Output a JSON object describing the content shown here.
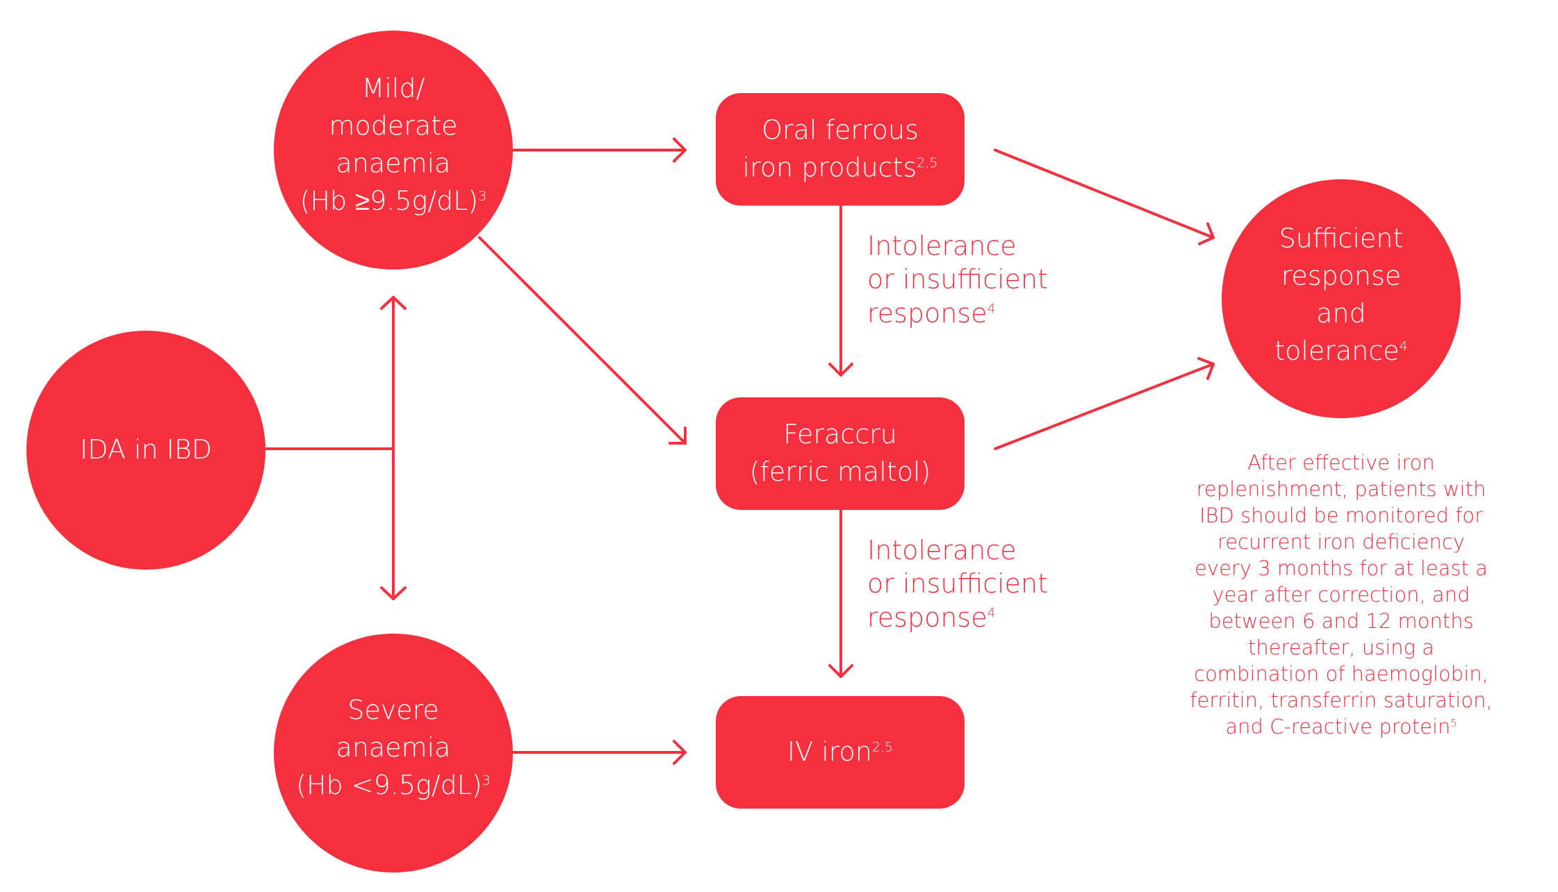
{
  "colors": {
    "primary": "#f42f3e",
    "text_on_primary": "#ffffff"
  },
  "nodes": {
    "ida": {
      "text": "IDA in IBD"
    },
    "mild": {
      "line1": "Mild/",
      "line2": "moderate",
      "line3": "anaemia",
      "line4": "(Hb ≥9.5g/dL)",
      "ref": "3"
    },
    "severe": {
      "line1": "Severe",
      "line2": "anaemia",
      "line3": "(Hb <9.5g/dL)",
      "ref": "3"
    },
    "oral": {
      "line1": "Oral ferrous",
      "line2": "iron products",
      "ref": "2,5"
    },
    "feraccru": {
      "line1": "Feraccru",
      "line2": "(ferric maltol)"
    },
    "iv": {
      "line1": "IV iron",
      "ref": "2,5"
    },
    "sufficient": {
      "line1": "Sufficient",
      "line2": "response",
      "line3": "and",
      "line4": "tolerance",
      "ref": "4"
    }
  },
  "edge_labels": {
    "oral_to_feraccru": {
      "line1": "Intolerance",
      "line2": "or insufficient",
      "line3": "response",
      "ref": "4"
    },
    "feraccru_to_iv": {
      "line1": "Intolerance",
      "line2": "or insufficient",
      "line3": "response",
      "ref": "4"
    }
  },
  "side_note": {
    "lines": [
      "After effective iron",
      "replenishment, patients with",
      "IBD should be monitored for",
      "recurrent iron deficiency",
      "every 3 months for at least a",
      "year after correction, and",
      "between 6 and 12 months",
      "thereafter, using a",
      "combination of haemoglobin,",
      "ferritin, transferrin saturation,",
      "and C-reactive protein"
    ],
    "ref": "5"
  }
}
